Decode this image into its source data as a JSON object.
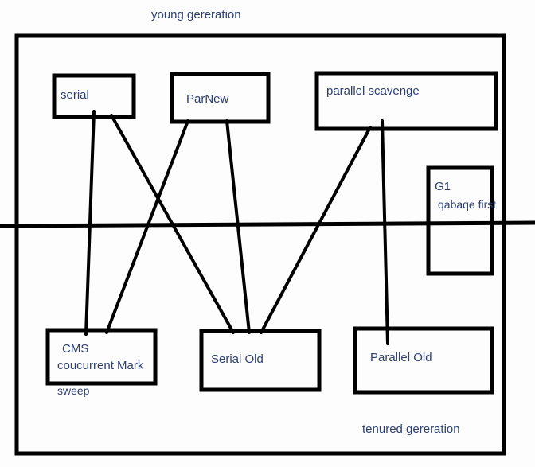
{
  "title": "JVM garbage collector combinations",
  "region_labels": {
    "young": "young gereration",
    "tenured": "tenured gereration"
  },
  "collectors": {
    "serial": {
      "label": "serial"
    },
    "parnew": {
      "label": "ParNew"
    },
    "parallel_scavenge": {
      "label": "parallel scavenge"
    },
    "g1": {
      "line1": "G1",
      "line2": "qabaqe first"
    },
    "cms": {
      "line1": "CMS",
      "line2": "coucurrent Mark",
      "line3": "sweep"
    },
    "serial_old": {
      "label": "Serial Old"
    },
    "parallel_old": {
      "label": "Parallel Old"
    }
  },
  "connections": [
    {
      "from": "serial",
      "to": "cms"
    },
    {
      "from": "serial",
      "to": "serial_old"
    },
    {
      "from": "parnew",
      "to": "cms"
    },
    {
      "from": "parnew",
      "to": "serial_old"
    },
    {
      "from": "parallel_scavenge",
      "to": "serial_old"
    },
    {
      "from": "parallel_scavenge",
      "to": "parallel_old"
    }
  ],
  "colors": {
    "stroke": "#000000",
    "text": "#2c3f6e",
    "background": "#fdfdfd"
  }
}
